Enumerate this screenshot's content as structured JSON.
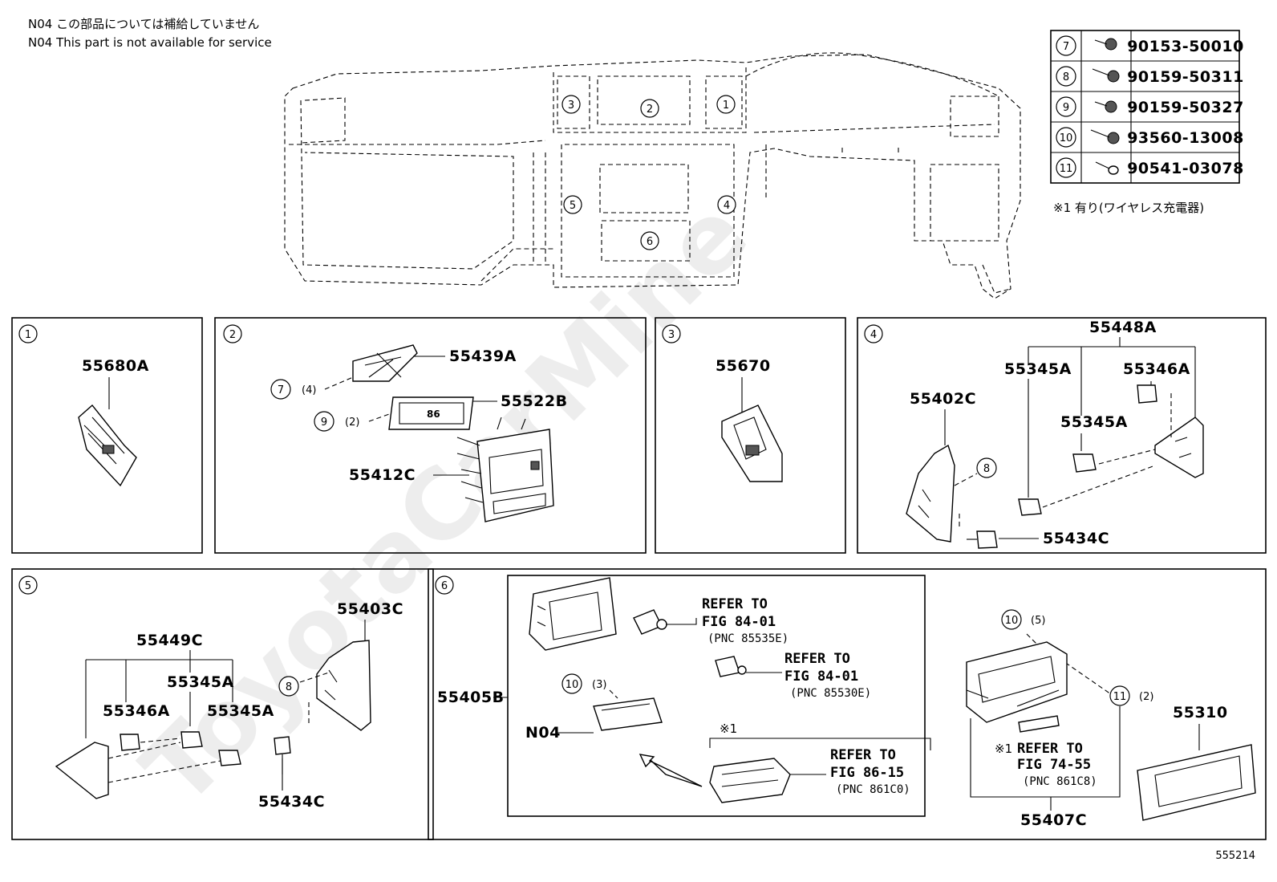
{
  "header": {
    "note_jp": "N04 この部品については補給していません",
    "note_en": "N04 This part is not available for service"
  },
  "fastener_table": [
    {
      "num": "7",
      "part": "90153-50010"
    },
    {
      "num": "8",
      "part": "90159-50311"
    },
    {
      "num": "9",
      "part": "90159-50327"
    },
    {
      "num": "10",
      "part": "93560-13008"
    },
    {
      "num": "11",
      "part": "90541-03078"
    }
  ],
  "table_note": "※1 有り(ワイヤレス充電器)",
  "overview_callouts": [
    "1",
    "2",
    "3",
    "4",
    "5",
    "6"
  ],
  "panel1": {
    "num": "1",
    "parts": {
      "a": "55680A"
    }
  },
  "panel2": {
    "num": "2",
    "parts": {
      "a": "55439A",
      "b": "55522B",
      "c": "55412C"
    },
    "callouts": {
      "c7": "7",
      "q7": "(4)",
      "c9": "9",
      "q9": "(2)"
    },
    "display_text": "86"
  },
  "panel3": {
    "num": "3",
    "parts": {
      "a": "55670"
    }
  },
  "panel4": {
    "num": "4",
    "parts": {
      "a": "55448A",
      "b": "55345A",
      "c": "55346A",
      "d": "55402C",
      "e": "55345A",
      "f": "55434C"
    },
    "callouts": {
      "c8": "8"
    }
  },
  "panel5": {
    "num": "5",
    "parts": {
      "a": "55403C",
      "b": "55449C",
      "c": "55345A",
      "d": "55346A",
      "e": "55345A",
      "f": "55434C"
    },
    "callouts": {
      "c8": "8"
    }
  },
  "panel6": {
    "num": "6",
    "parts": {
      "a": "55405B",
      "b": "N04",
      "c": "55310",
      "d": "55407C"
    },
    "callouts": {
      "c10a": "10",
      "q10a": "(3)",
      "c10b": "10",
      "q10b": "(5)",
      "c11": "11",
      "q11": "(2)"
    },
    "refs": {
      "r1_a": "REFER TO",
      "r1_b": "FIG 84-01",
      "r1_c": "(PNC 85535E)",
      "r2_a": "REFER TO",
      "r2_b": "FIG 84-01",
      "r2_c": "(PNC 85530E)",
      "r3_star": "※1",
      "r3_a": "REFER TO",
      "r3_b": "FIG 86-15",
      "r3_c": "(PNC 861C0)",
      "r4_star": "※1",
      "r4_a": "REFER TO",
      "r4_b": "FIG 74-55",
      "r4_c": "(PNC 861C8)"
    }
  },
  "footer_code": "555214",
  "watermark": "ToyotaCarMine"
}
